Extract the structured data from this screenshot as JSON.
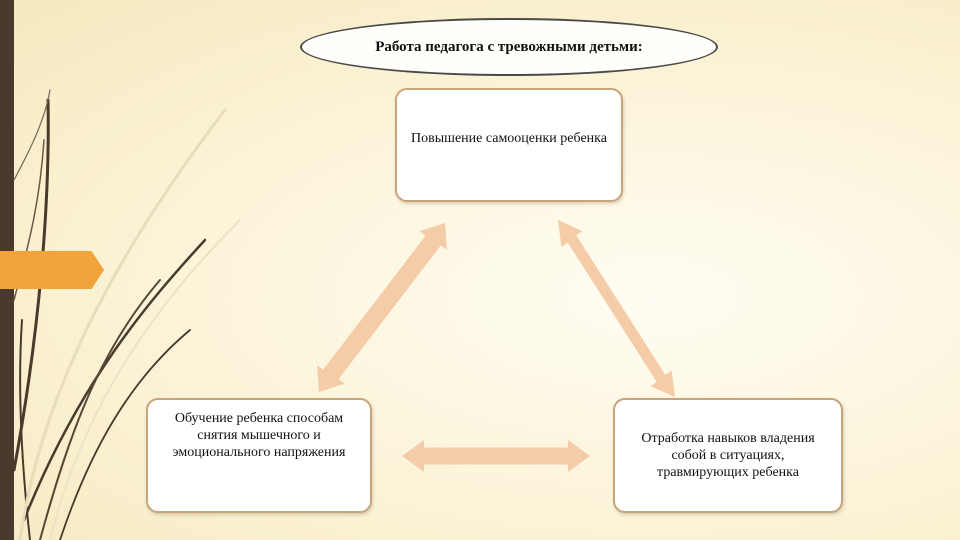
{
  "title": "Работа педагога с тревожными детьми:",
  "boxes": {
    "top": "Повышение самооценки ребенка",
    "left": "Обучение ребенка способам снятия мышечного и эмоционального напряжения",
    "right": "Отработка навыков владения собой в ситуациях, травмирующих ребенка"
  },
  "colors": {
    "accent_bar": "#4a3a2e",
    "orange_tab": "#f2a33a",
    "arrow_fill": "#f5cca8",
    "box_border": "#c8a47a"
  }
}
